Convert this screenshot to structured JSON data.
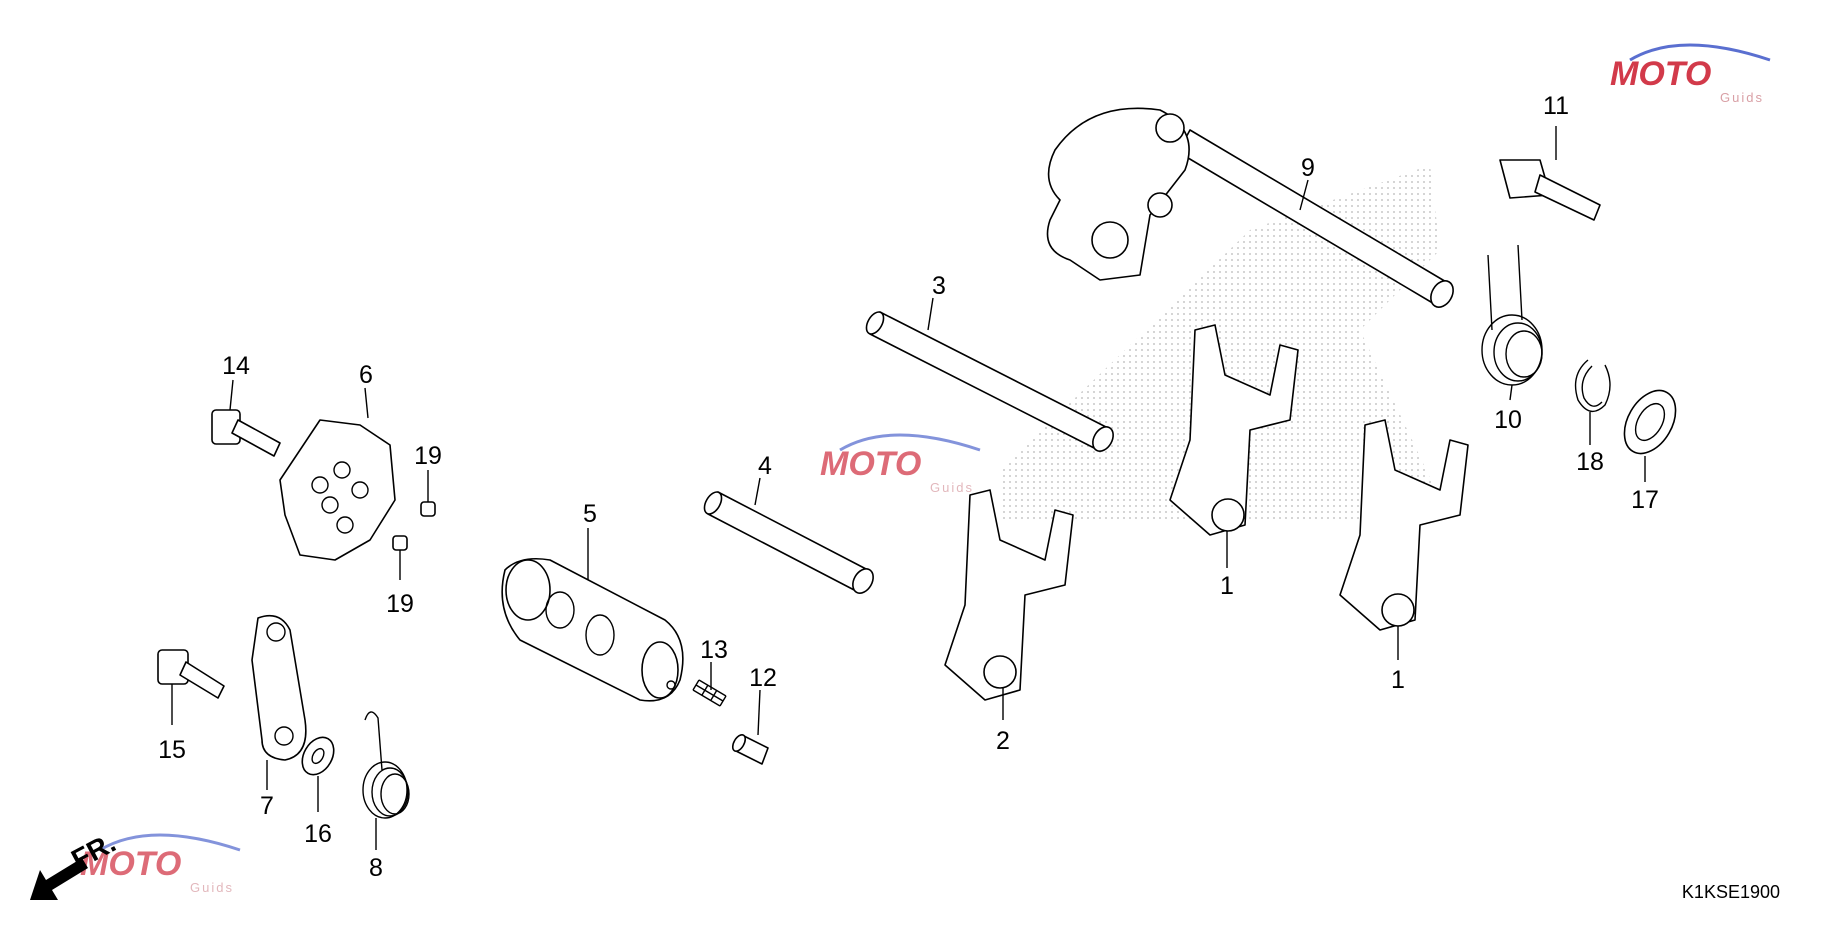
{
  "labels": {
    "p1a": "1",
    "p1b": "1",
    "p2": "2",
    "p3": "3",
    "p4": "4",
    "p5": "5",
    "p6": "6",
    "p7": "7",
    "p8": "8",
    "p9": "9",
    "p10": "10",
    "p11": "11",
    "p12": "12",
    "p13": "13",
    "p14": "14",
    "p15": "15",
    "p16": "16",
    "p17": "17",
    "p18": "18",
    "p19a": "19",
    "p19b": "19"
  },
  "diagram_code": "K1KSE1900",
  "direction_label": "FR.",
  "watermark": {
    "brand": "MOTO",
    "sub": "Guids"
  },
  "colors": {
    "line": "#000000",
    "watermark_red": "#d23a4a",
    "watermark_blue": "#5a6fd0",
    "stipple": "#c8c8c8"
  }
}
